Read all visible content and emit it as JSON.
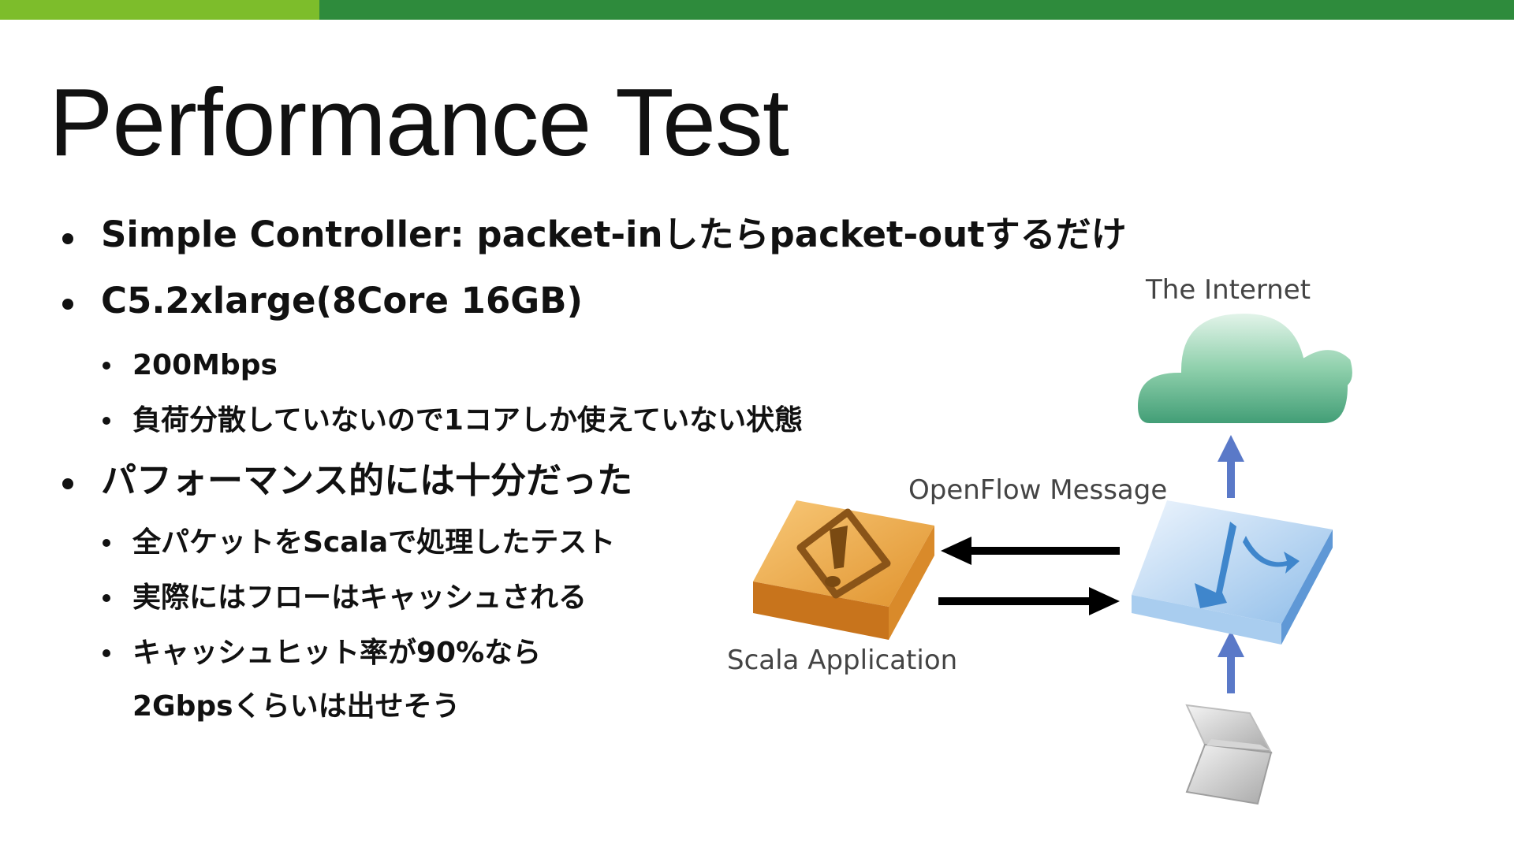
{
  "colors": {
    "bar_light": "#7dbd2b",
    "bar_dark": "#2e8b3c",
    "arrow_blue": "#5a79c8",
    "arrow_black": "#000000"
  },
  "slide": {
    "title": "Performance Test",
    "bullets": {
      "b1": "Simple Controller: packet-inしたらpacket-outするだけ",
      "b2": "C5.2xlarge(8Core 16GB)",
      "b2a": "200Mbps",
      "b2b": "負荷分散していないので1コアしか使えていない状態",
      "b3": "パフォーマンス的には十分だった",
      "b3a": "全パケットをScalaで処理したテスト",
      "b3b": "実際にはフローはキャッシュされる",
      "b3c_line1": "キャッシュヒット率が90%なら",
      "b3c_line2": "2Gbpsくらいは出せそう"
    }
  },
  "diagram": {
    "internet_label": "The Internet",
    "openflow_label": "OpenFlow Message",
    "scala_label": "Scala Application",
    "icons": [
      "cloud-icon",
      "warning-icon",
      "switch-icon",
      "laptop-icon"
    ]
  }
}
